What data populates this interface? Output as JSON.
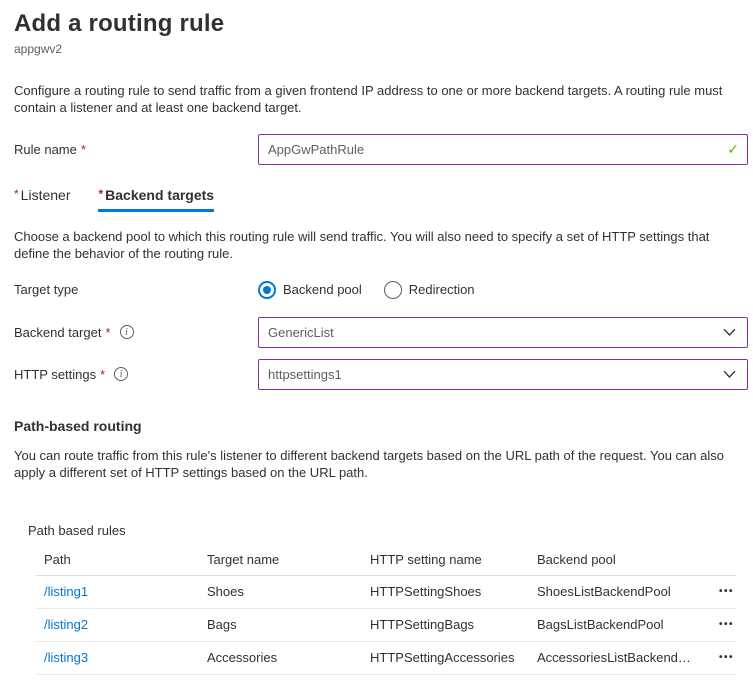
{
  "page": {
    "title": "Add a routing rule",
    "subtitle": "appgwv2",
    "intro": "Configure a routing rule to send traffic from a given frontend IP address to one or more backend targets. A routing rule must contain a listener and at least one backend target."
  },
  "form": {
    "rule_name": {
      "label": "Rule name",
      "required_mark": "*",
      "value": "AppGwPathRule"
    },
    "tabs": [
      {
        "required_mark": "*",
        "label": "Listener"
      },
      {
        "required_mark": "*",
        "label": "Backend targets"
      }
    ],
    "active_tab": "Backend targets",
    "backend_tab_intro": "Choose a backend pool to which this routing rule will send traffic. You will also need to specify a set of HTTP settings that define the behavior of the routing rule.",
    "target_type": {
      "label": "Target type",
      "options": [
        {
          "label": "Backend pool"
        },
        {
          "label": "Redirection"
        }
      ],
      "selected": "Backend pool"
    },
    "backend_target": {
      "label": "Backend target",
      "required_mark": "*",
      "value": "GenericList"
    },
    "http_settings": {
      "label": "HTTP settings",
      "required_mark": "*",
      "value": "httpsettings1"
    }
  },
  "path_routing": {
    "heading": "Path-based routing",
    "description": "You can route traffic from this rule's listener to different backend targets based on the URL path of the request. You can also apply a different set of HTTP settings based on the URL path.",
    "table_label": "Path based rules",
    "table": {
      "headers": [
        "Path",
        "Target name",
        "HTTP setting name",
        "Backend pool"
      ],
      "rows": [
        {
          "path": "/listing1",
          "target_name": "Shoes",
          "http_setting_name": "HTTPSettingShoes",
          "backend_pool": "ShoesListBackendPool"
        },
        {
          "path": "/listing2",
          "target_name": "Bags",
          "http_setting_name": "HTTPSettingBags",
          "backend_pool": "BagsListBackendPool"
        },
        {
          "path": "/listing3",
          "target_name": "Accessories",
          "http_setting_name": "HTTPSettingAccessories",
          "backend_pool": "AccessoriesListBackendP..."
        }
      ]
    }
  },
  "icons": {
    "valid_check": "✓",
    "info": "i",
    "ellipsis": "•••"
  },
  "colors": {
    "accent_blue": "#0078d4",
    "edited_field_border": "#8a2da5",
    "valid_green": "#5db300",
    "required_red": "#a4262c",
    "link_blue": "#0078d4"
  }
}
